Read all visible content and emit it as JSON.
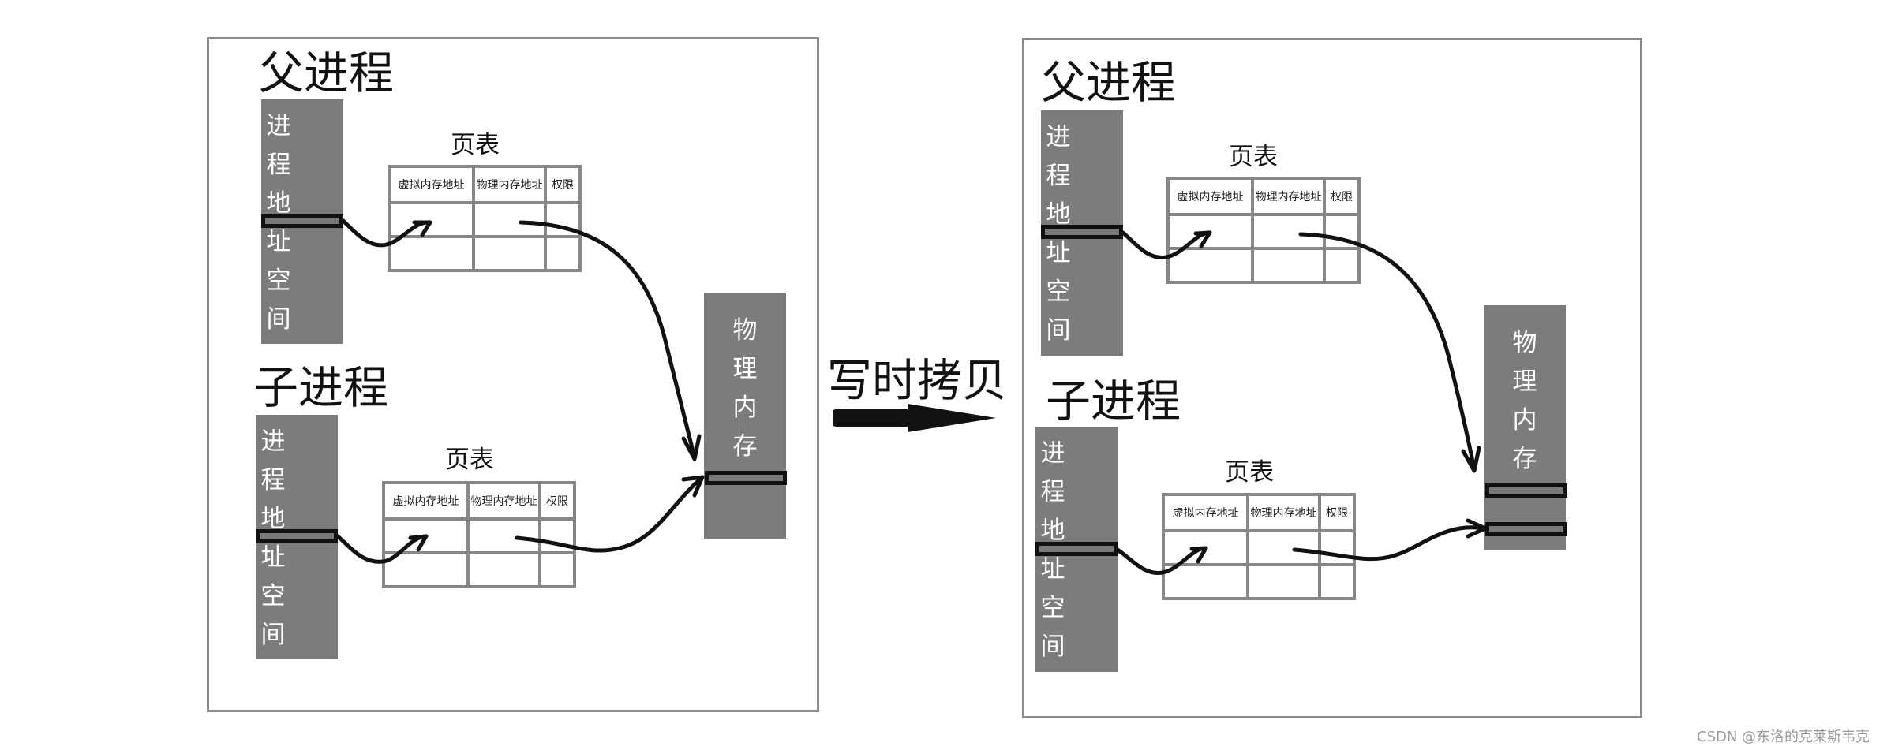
{
  "left_panel": {
    "parent_title": "父进程",
    "child_title": "子进程",
    "vas_chars": [
      "进",
      "程",
      "地",
      "址",
      "空",
      "间"
    ],
    "phys_chars": [
      "物",
      "理",
      "内",
      "存"
    ],
    "page_table": {
      "label": "页表",
      "headers": [
        "虚拟内存地址",
        "物理内存地址",
        "权限"
      ]
    }
  },
  "middle": {
    "label": "写时拷贝"
  },
  "right_panel": {
    "parent_title": "父进程",
    "child_title": "子进程",
    "vas_chars": [
      "进",
      "程",
      "地",
      "址",
      "空",
      "间"
    ],
    "phys_chars": [
      "物",
      "理",
      "内",
      "存"
    ],
    "page_table": {
      "label": "页表",
      "headers": [
        "虚拟内存地址",
        "物理内存地址",
        "权限"
      ]
    }
  },
  "watermark": "CSDN @东洛的克莱斯韦克",
  "colors": {
    "bar": "#7c7c7c",
    "border": "#8a8a8a",
    "arrow": "#111111"
  }
}
